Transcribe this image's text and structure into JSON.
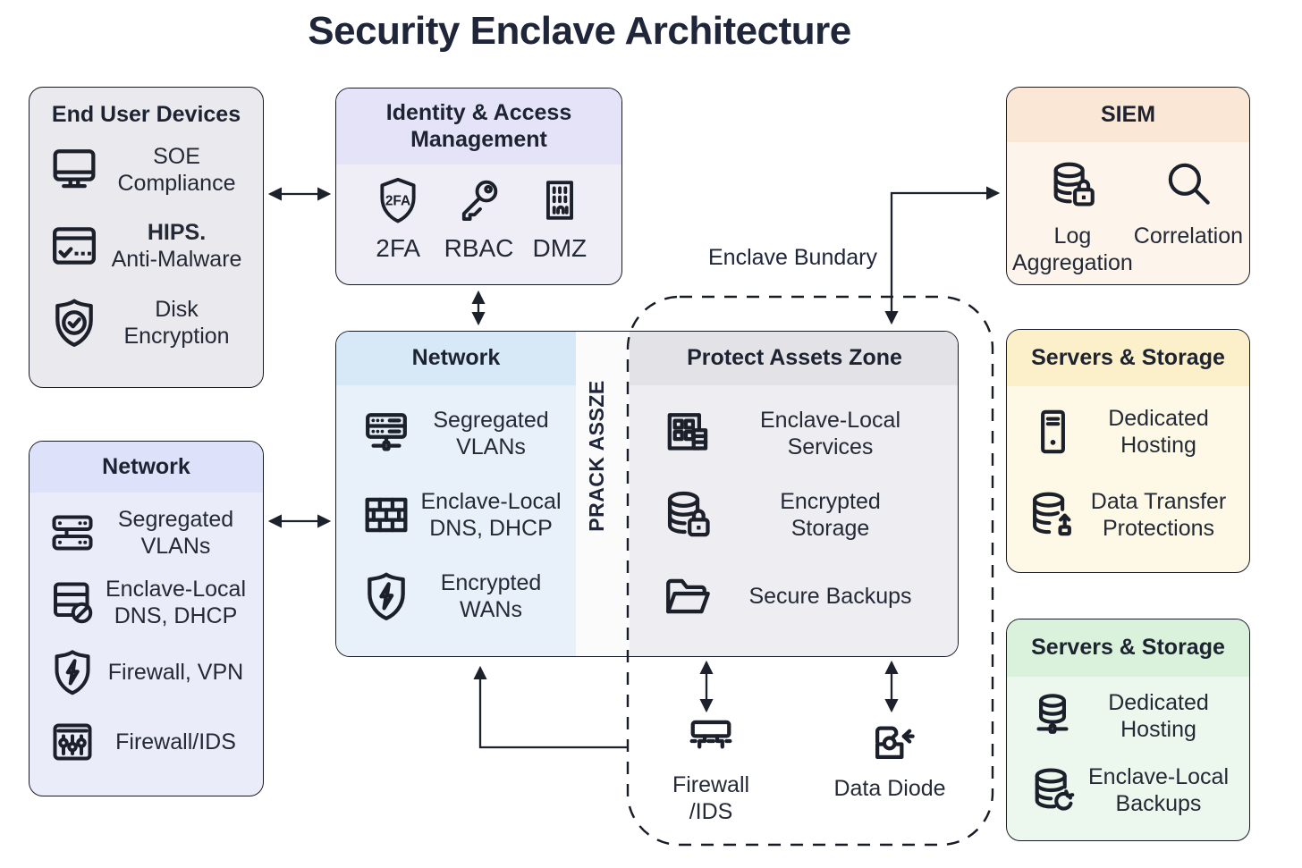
{
  "title": "Security Enclave Architecture",
  "boundary_label": "Enclave Bundary",
  "divider_vertical_label": "PRACK ASSZE",
  "colors": {
    "title_text": "#20263a",
    "box_border": "#161b25",
    "line": "#1c212c",
    "end_user_devices_bg": "#e9e9ee",
    "iam_header": "#e4e3f7",
    "iam_body": "#efeef7",
    "siem_header": "#fbe7d6",
    "siem_body": "#fdf4eb",
    "network_left_header": "#dde1fa",
    "network_left_body": "#eaecf9",
    "network_center_header": "#d7e9f6",
    "network_center_body": "#e8f1fa",
    "protect_assets_header": "#e2e2e7",
    "protect_assets_body": "#eeeef2",
    "servers_storage_top_header": "#fbf0ca",
    "servers_storage_top_body": "#fdf9e6",
    "servers_storage_bottom_header": "#daf1db",
    "servers_storage_bottom_body": "#ecf8ed"
  },
  "boxes": {
    "end_user_devices": {
      "title": "End User Devices",
      "items": [
        {
          "icon": "monitor-icon",
          "label": "SOE\nCompliance"
        },
        {
          "icon": "window-check-icon",
          "line1": "HIPS.",
          "line2": "Anti-Malware"
        },
        {
          "icon": "shield-check-icon",
          "label": "Disk\nEncryption"
        }
      ]
    },
    "identity_access_management": {
      "title": "Identity & Access\nManagement",
      "items": [
        {
          "icon": "shield-2fa-icon",
          "badge": "2FA",
          "label": "2FA"
        },
        {
          "icon": "key-icon",
          "label": "RBAC"
        },
        {
          "icon": "building-icon",
          "label": "DMZ"
        }
      ]
    },
    "siem": {
      "title": "SIEM",
      "items": [
        {
          "icon": "database-lock-icon",
          "label": "Log\nAggregation"
        },
        {
          "icon": "search-icon",
          "label": "Correlation"
        }
      ]
    },
    "network_left": {
      "title": "Network",
      "items": [
        {
          "icon": "vlan-servers-icon",
          "label": "Segregated\nVLANs"
        },
        {
          "icon": "server-blocked-icon",
          "label": "Enclave-Local\nDNS, DHCP"
        },
        {
          "icon": "shield-bolt-icon",
          "label": "Firewall, VPN"
        },
        {
          "icon": "ids-panel-icon",
          "label": "Firewall/IDS"
        }
      ]
    },
    "network_center": {
      "title": "Network",
      "items": [
        {
          "icon": "rack-switch-icon",
          "label": "Segregated\nVLANs"
        },
        {
          "icon": "brick-wall-icon",
          "label": "Enclave-Local\nDNS, DHCP"
        },
        {
          "icon": "shield-bolt-icon",
          "label": "Encrypted\nWANs"
        }
      ]
    },
    "protect_assets_zone": {
      "title": "Protect Assets Zone",
      "items": [
        {
          "icon": "services-building-icon",
          "label": "Enclave-Local\nServices"
        },
        {
          "icon": "database-lock-icon",
          "label": "Encrypted\nStorage"
        },
        {
          "icon": "folder-icon",
          "label": "Secure Backups"
        }
      ]
    },
    "servers_storage_top": {
      "title": "Servers & Storage",
      "items": [
        {
          "icon": "server-tower-icon",
          "label": "Dedicated\nHosting"
        },
        {
          "icon": "database-upload-icon",
          "label": "Data Transfer\nProtections"
        }
      ]
    },
    "servers_storage_bottom": {
      "title": "Servers & Storage",
      "items": [
        {
          "icon": "database-network-icon",
          "label": "Dedicated\nHosting"
        },
        {
          "icon": "database-restore-icon",
          "label": "Enclave-Local\nBackups"
        }
      ]
    }
  },
  "gateways": [
    {
      "icon": "firewall-device-icon",
      "label": "Firewall\n/IDS"
    },
    {
      "icon": "data-diode-icon",
      "label": "Data Diode"
    }
  ]
}
